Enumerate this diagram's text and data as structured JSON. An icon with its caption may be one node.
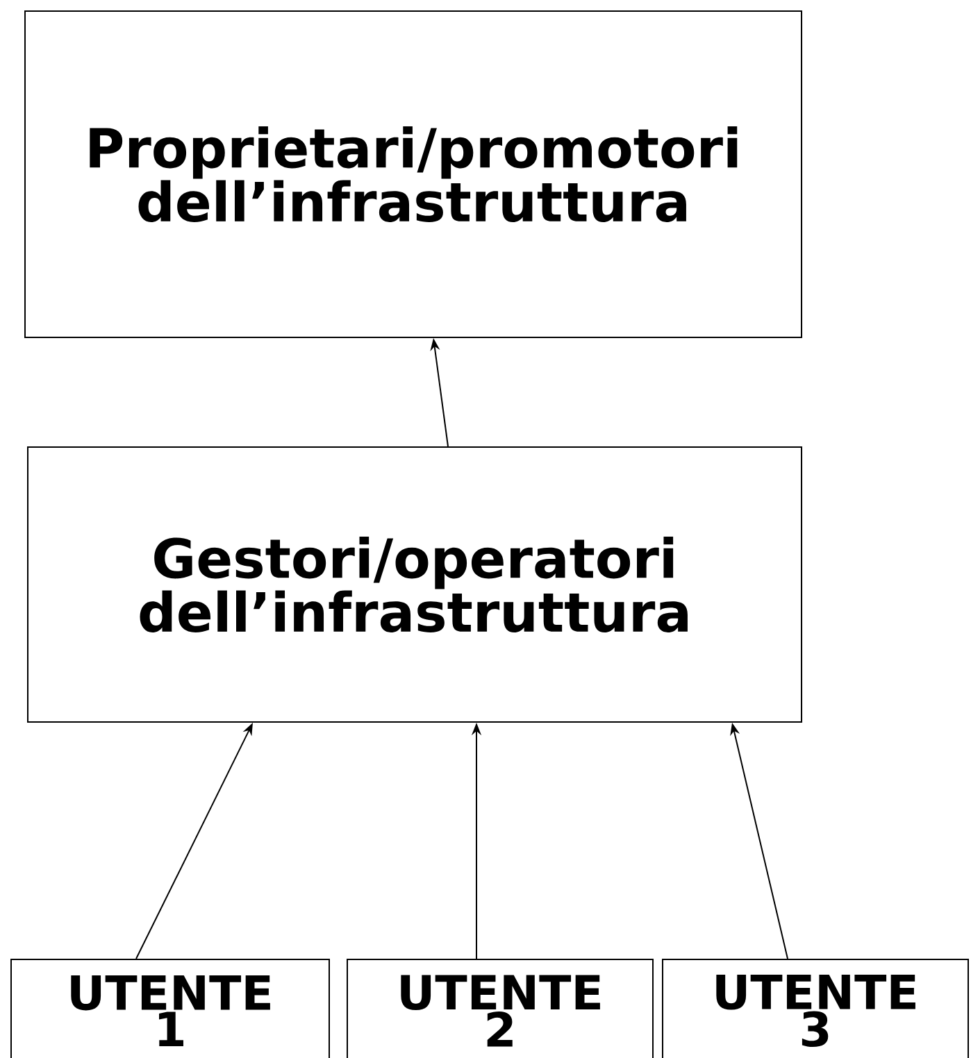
{
  "diagram": {
    "nodes": [
      {
        "text": [
          "Proprietari/promotori dell’infrastruttura"
        ]
      },
      {
        "text": [
          "Gestori/operatori dell’infrastruttura"
        ]
      },
      {
        "text": [
          "UTENTE 1"
        ]
      },
      {
        "text": [
          "UTENTE 2"
        ]
      },
      {
        "text": [
          "UTENTE 3"
        ]
      }
    ],
    "edges": [
      {
        "from": 1,
        "to": 0,
        "arrow": "to"
      },
      {
        "from": 2,
        "to": 1,
        "arrow": "to"
      },
      {
        "from": 3,
        "to": 1,
        "arrow": "to"
      },
      {
        "from": 4,
        "to": 1,
        "arrow": "to"
      }
    ]
  }
}
